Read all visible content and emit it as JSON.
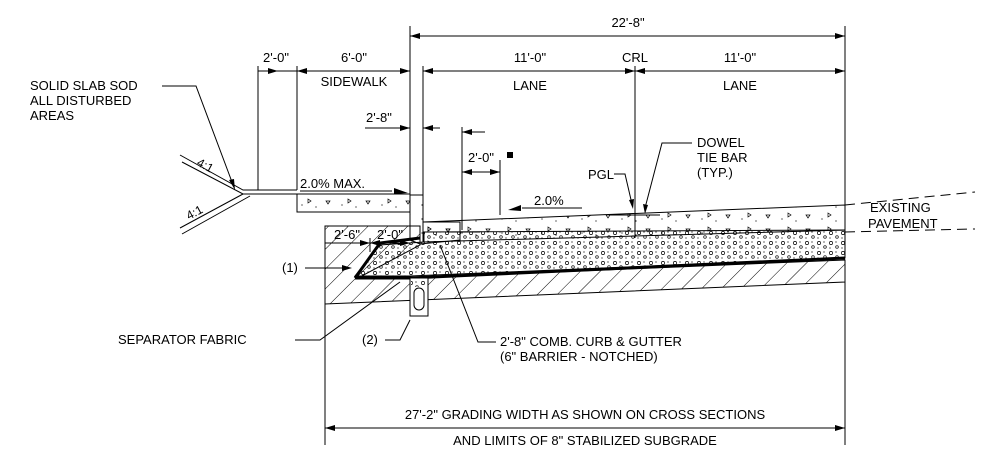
{
  "labels": {
    "overall_width": "22'-8\"",
    "lane_width_left": "11'-0\"",
    "lane_width_right": "11'-0\"",
    "crl": "CRL",
    "lane_left": "LANE",
    "lane_right": "LANE",
    "offset_2_0": "2'-0\"",
    "sidewalk_width": "6'-0\"",
    "sidewalk": "SIDEWALK",
    "curb_2_8": "2'-8\"",
    "gutter_2_0": "2'-0\"",
    "dowel_line1": "DOWEL",
    "dowel_line2": "TIE BAR",
    "dowel_line3": "(TYP.)",
    "pgl": "PGL",
    "slope_sidewalk": "2.0% MAX.",
    "slope_lane": "2.0%",
    "existing_line1": "EXISTING",
    "existing_line2": "PAVEMENT",
    "sod_line1": "SOLID SLAB SOD",
    "sod_line2": "ALL DISTURBED",
    "sod_line3": "AREAS",
    "slope_upper": "4:1",
    "slope_lower": "4:1",
    "sub_2_6": "2'-6\"",
    "sub_2_0": "2'-0\"",
    "note_1": "(1)",
    "note_2": "(2)",
    "separator_fabric": "SEPARATOR FABRIC",
    "curb_gutter_line1": "2'-8\" COMB. CURB & GUTTER",
    "curb_gutter_line2": "(6\" BARRIER - NOTCHED)",
    "grading_line1": "27'-2\" GRADING WIDTH AS SHOWN ON CROSS SECTIONS",
    "grading_line2": "AND LIMITS OF 8\" STABILIZED SUBGRADE"
  }
}
